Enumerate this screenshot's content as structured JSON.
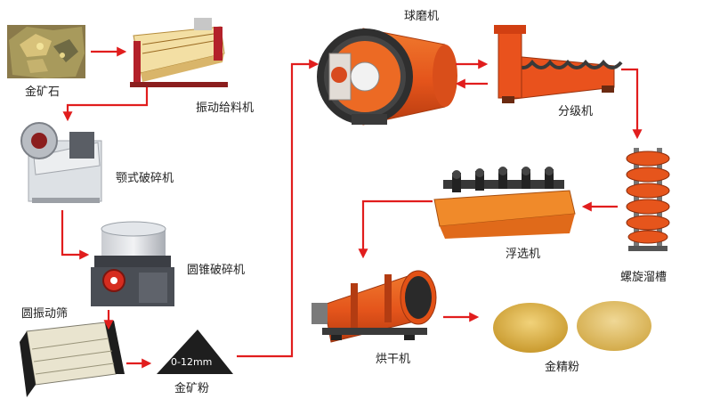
{
  "diagram": {
    "labels": {
      "ore": "金矿石",
      "feeder": "振动给料机",
      "jaw": "颚式破碎机",
      "cone": "圆锥破碎机",
      "screen": "圆振动筛",
      "powder": "金矿粉",
      "size": "0-12mm",
      "ballmill": "球磨机",
      "classifier": "分级机",
      "spiral": "螺旋溜槽",
      "flotation": "浮选机",
      "dryer": "烘干机",
      "concentrate": "金精粉"
    }
  }
}
